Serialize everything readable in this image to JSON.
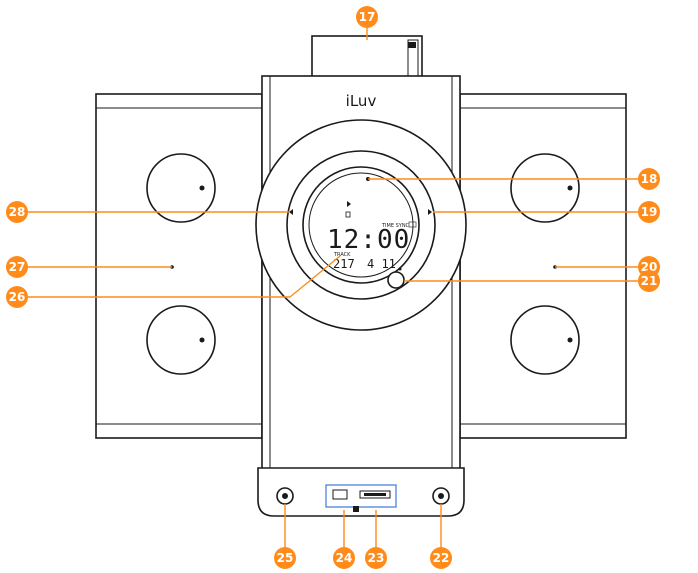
{
  "device": {
    "brand": "iLuv",
    "clock_time": "12:00",
    "time_sync_label": "TIME SYNC",
    "track_label": "TRACK",
    "track_number": "217",
    "track_time": "4 11"
  },
  "callouts": [
    {
      "id": "c17",
      "label": "17"
    },
    {
      "id": "c18",
      "label": "18"
    },
    {
      "id": "c19",
      "label": "19"
    },
    {
      "id": "c20",
      "label": "20"
    },
    {
      "id": "c21",
      "label": "21"
    },
    {
      "id": "c22",
      "label": "22"
    },
    {
      "id": "c23",
      "label": "23"
    },
    {
      "id": "c24",
      "label": "24"
    },
    {
      "id": "c25",
      "label": "25"
    },
    {
      "id": "c26",
      "label": "26"
    },
    {
      "id": "c27",
      "label": "27"
    },
    {
      "id": "c28",
      "label": "28"
    }
  ],
  "colors": {
    "callout": "#ff8c1a",
    "outline": "#1a1a1a"
  },
  "icons": [
    "usb-icon",
    "sd-card-icon",
    "headphone-jack-icon",
    "line-in-jack-icon",
    "power-icon",
    "play-icon",
    "prev-icon",
    "next-icon"
  ]
}
